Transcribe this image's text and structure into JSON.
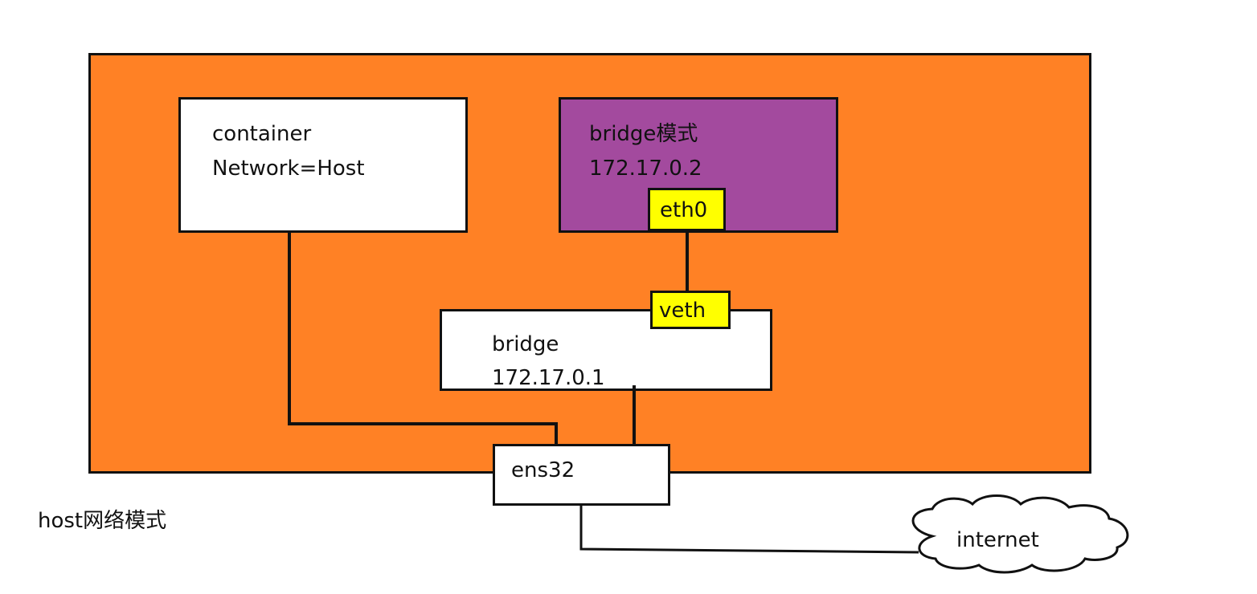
{
  "colors": {
    "host_fill": "#FF8125",
    "bridge_container_fill": "#A34A9E",
    "interface_fill": "#FFFF00",
    "box_fill": "#FFFFFF",
    "line": "#111111"
  },
  "host": {
    "caption": "host网络模式"
  },
  "host_container": {
    "line1": "container",
    "line2": "Network=Host"
  },
  "bridge_container": {
    "line1": "bridge模式",
    "line2": "172.17.0.2",
    "interface": "eth0"
  },
  "bridge": {
    "line1": "bridge",
    "line2": "172.17.0.1",
    "interface": "veth"
  },
  "nic": {
    "label": "ens32"
  },
  "cloud": {
    "label": "internet"
  }
}
